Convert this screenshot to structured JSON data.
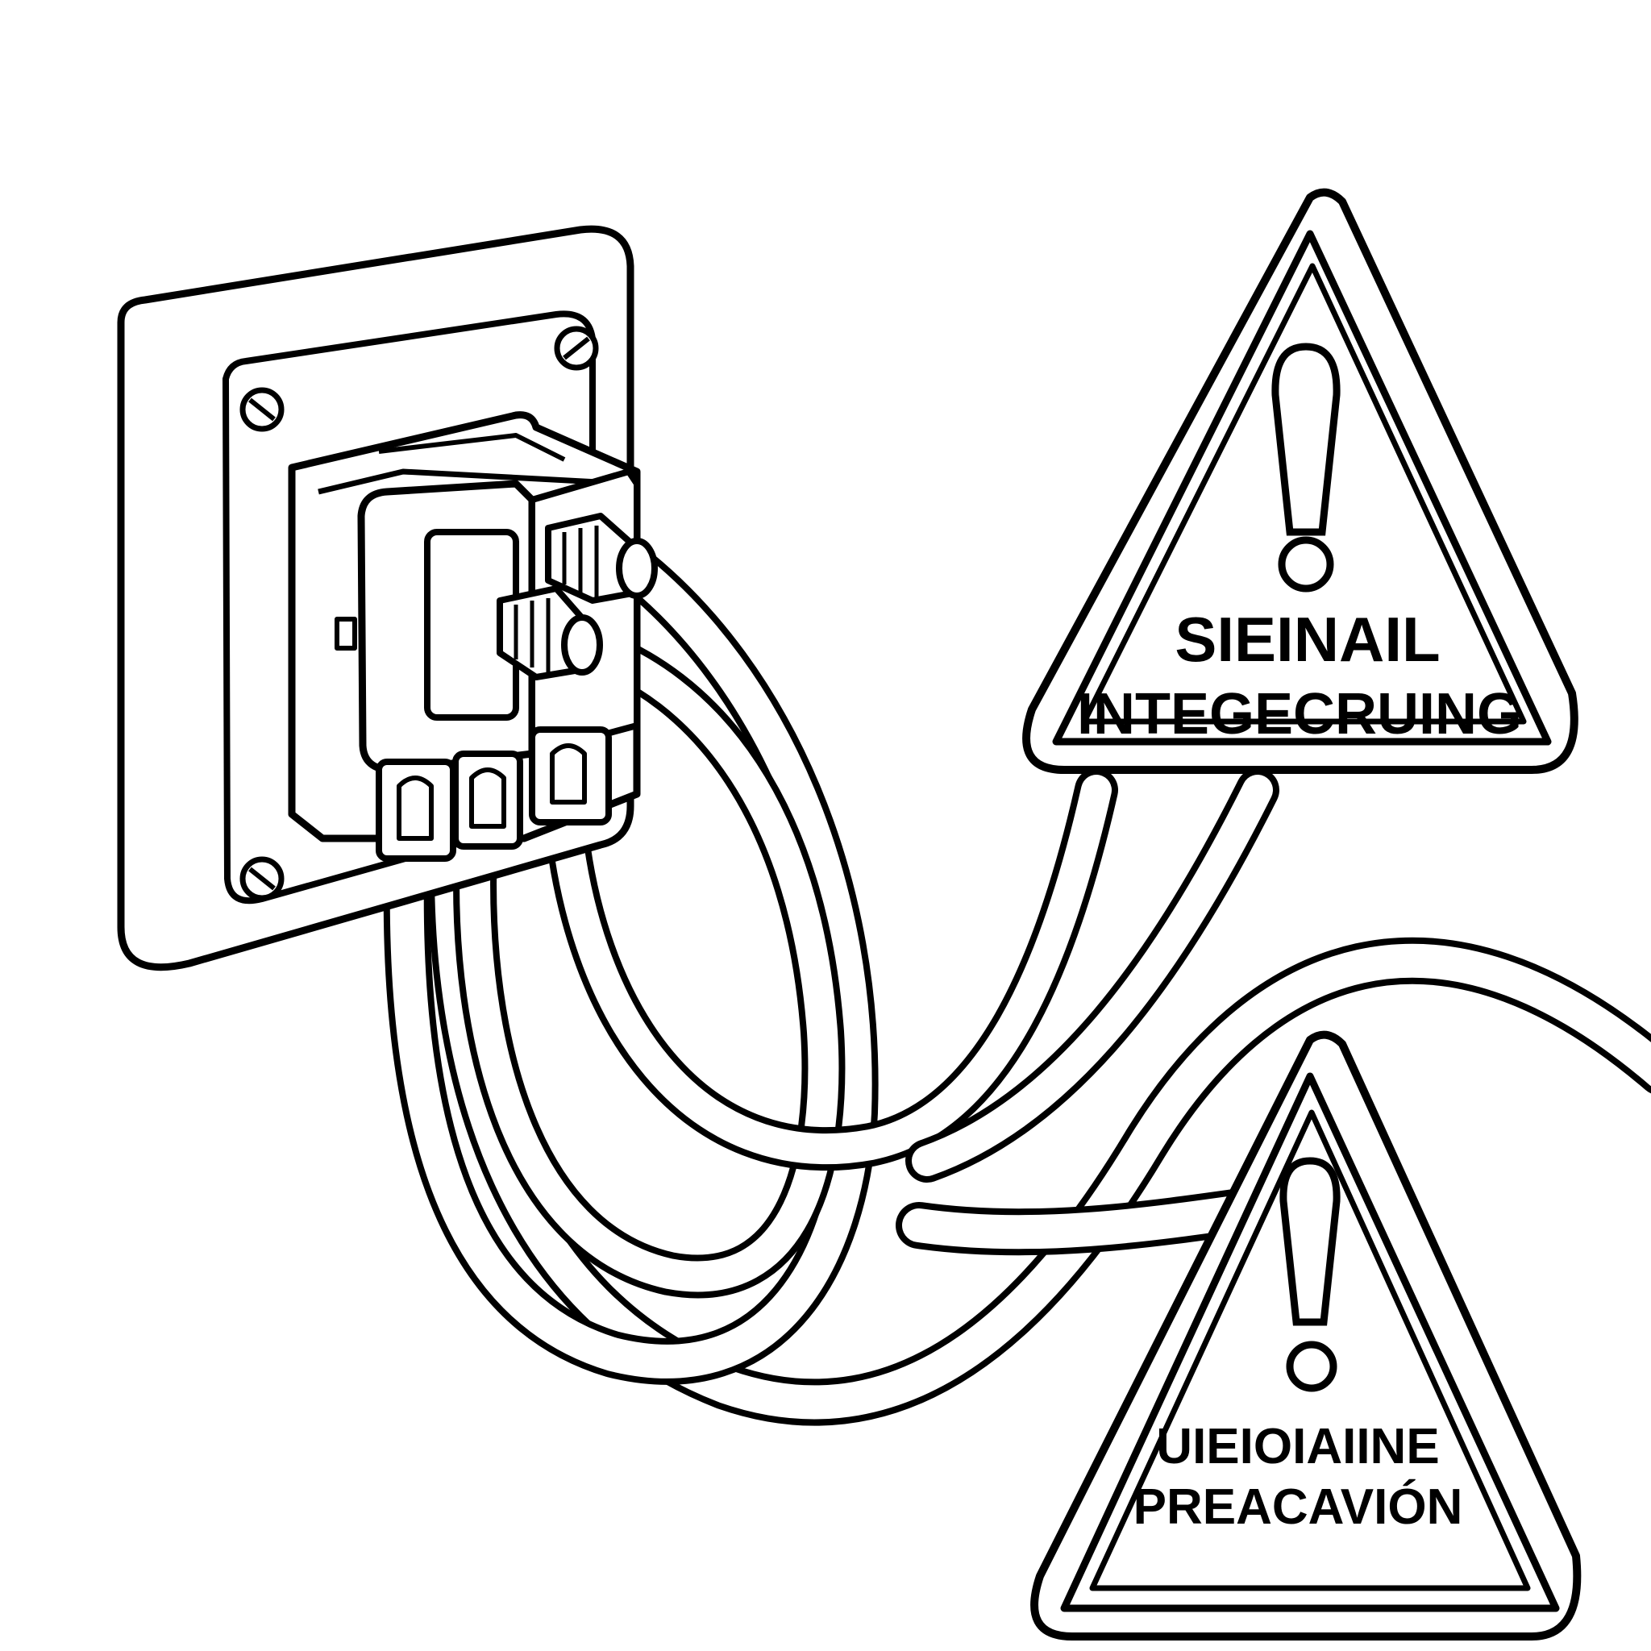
{
  "illustration": {
    "ink_color": "#000000",
    "paper_color": "#ffffff"
  },
  "wall_plate": {
    "icon": "wall-outlet-icon",
    "screws": [
      "screw-icon",
      "screw-icon",
      "screw-icon",
      "screw-icon"
    ]
  },
  "cables": {
    "count": 4,
    "icon": "cable-icon"
  },
  "signs": [
    {
      "icon": "warning-triangle-icon",
      "symbol": "!",
      "line1": "SIEINAIL",
      "line2": "INTEGECRUING"
    },
    {
      "icon": "warning-triangle-icon",
      "symbol": "!",
      "line1": "UIEIOIAIINE",
      "line2": "PREACAVIÓN"
    }
  ]
}
